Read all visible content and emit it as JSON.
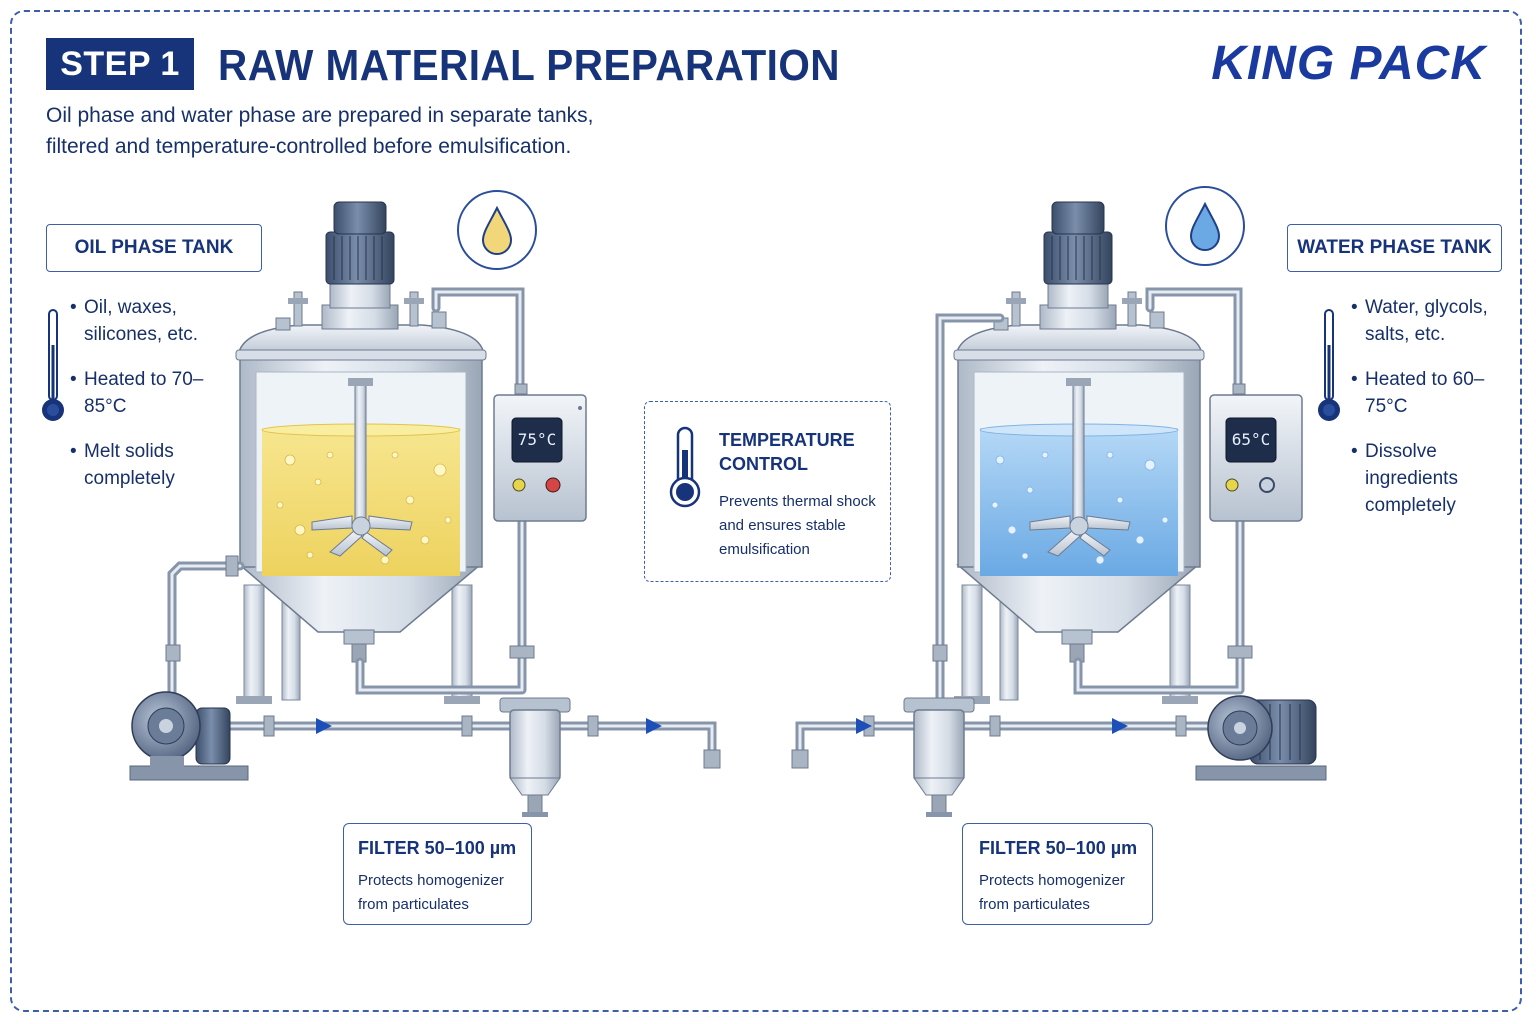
{
  "header": {
    "step": "STEP 1",
    "title": "RAW MATERIAL PREPARATION",
    "brand": "KING PACK",
    "subtitle_line1": "Oil phase and water phase are prepared in separate tanks,",
    "subtitle_line2": "filtered and temperature-controlled before emulsification."
  },
  "oil": {
    "label": "OIL PHASE TANK",
    "bullets": [
      "Oil, waxes, silicones, etc.",
      "Heated to 70–85°C",
      "Melt solids completely"
    ],
    "readout": "75°C",
    "color": "#f4df7a",
    "filter": {
      "title": "FILTER 50–100 µm",
      "text": "Protects homogenizer from particulates"
    }
  },
  "water": {
    "label": "WATER PHASE TANK",
    "bullets": [
      "Water, glycols, salts, etc.",
      "Heated to 60–75°C",
      "Dissolve ingredients completely"
    ],
    "readout": "65°C",
    "color": "#8cc0ee",
    "filter": {
      "title": "FILTER 50–100 µm",
      "text": "Protects homogenizer from particulates"
    }
  },
  "temperature": {
    "title": "TEMPERATURE CONTROL",
    "text": "Prevents thermal shock and ensures stable emulsification"
  },
  "colors": {
    "primary": "#17347a",
    "accent": "#1a3aa0",
    "border": "#3d5fa8",
    "steel": "#c9d3df",
    "flow_arrow": "#1d4fb8"
  }
}
